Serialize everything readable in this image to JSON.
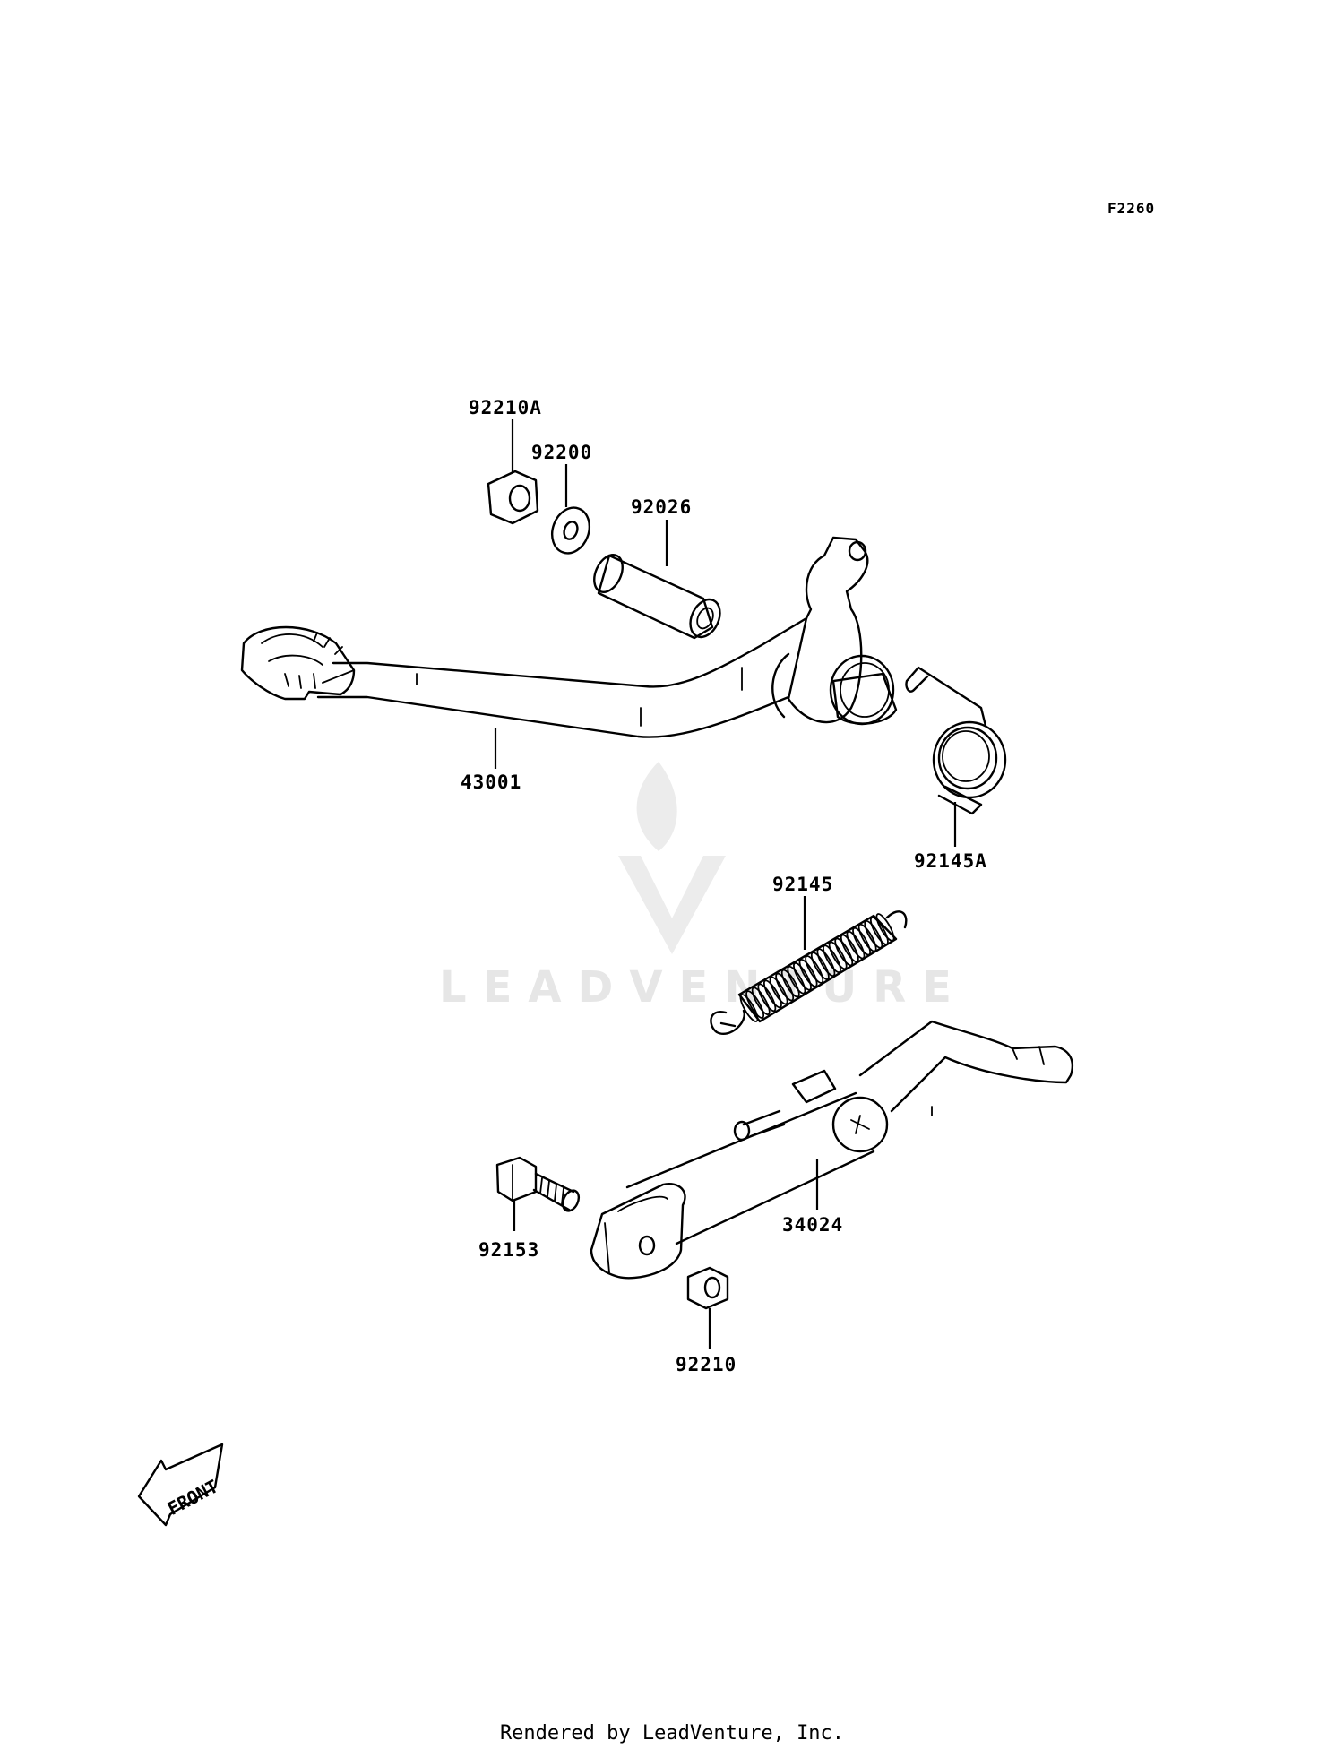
{
  "diagram_code": "F2260",
  "watermark": "LEADVENTURE",
  "front_label": "FRONT",
  "footer": "Rendered by LeadVenture, Inc.",
  "callouts": {
    "p92210A": "92210A",
    "p92200": "92200",
    "p92026": "92026",
    "p43001": "43001",
    "p92145A": "92145A",
    "p92145": "92145",
    "p92153": "92153",
    "p34024": "34024",
    "p92210": "92210"
  }
}
